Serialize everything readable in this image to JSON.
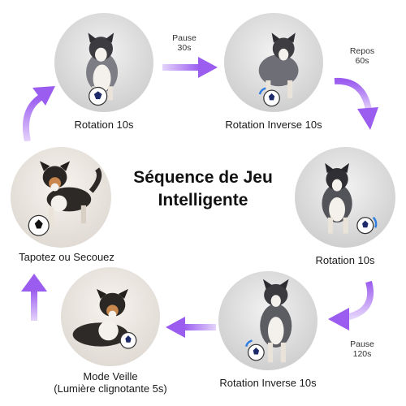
{
  "title_line1": "Séquence de Jeu",
  "title_line2": "Intelligente",
  "steps": [
    {
      "label": "Rotation 10s"
    },
    {
      "label": "Rotation Inverse 10s"
    },
    {
      "label": "Rotation 10s"
    },
    {
      "label": "Rotation Inverse 10s"
    },
    {
      "label_line1": "Mode Veille",
      "label_line2": "(Lumière clignotante 5s)"
    },
    {
      "label": "Tapotez ou Secouez"
    }
  ],
  "pauses": [
    {
      "line1": "Pause",
      "line2": "30s"
    },
    {
      "line1": "Repos",
      "line2": "60s"
    },
    {
      "line1": "Pause",
      "line2": "120s"
    }
  ],
  "colors": {
    "accent": "#a36cf2",
    "accent_light": "#d6bdf9",
    "text": "#111111"
  }
}
